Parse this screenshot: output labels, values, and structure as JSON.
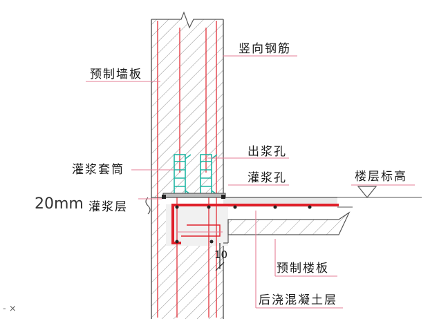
{
  "labels": {
    "vertical_rebar": "竖向钢筋",
    "precast_wall": "预制墙板",
    "outlet_hole": "出浆孔",
    "grout_sleeve": "灌浆套筒",
    "grout_hole": "灌浆孔",
    "floor_level": "楼层标高",
    "grout_layer_dim": "20mm",
    "grout_layer": "灌浆层",
    "precast_slab": "预制楼板",
    "cast_in_place": "后浇混凝土层",
    "dimension_10": "10"
  },
  "axis_marker": "- ×",
  "colors": {
    "line": "#555555",
    "hatch": "#8c8c8c",
    "rebar_red": "#e0202a",
    "leader_pink": "#e57e95",
    "sleeve_teal": "#1fb6a3",
    "concrete": "#d8d8d8"
  }
}
